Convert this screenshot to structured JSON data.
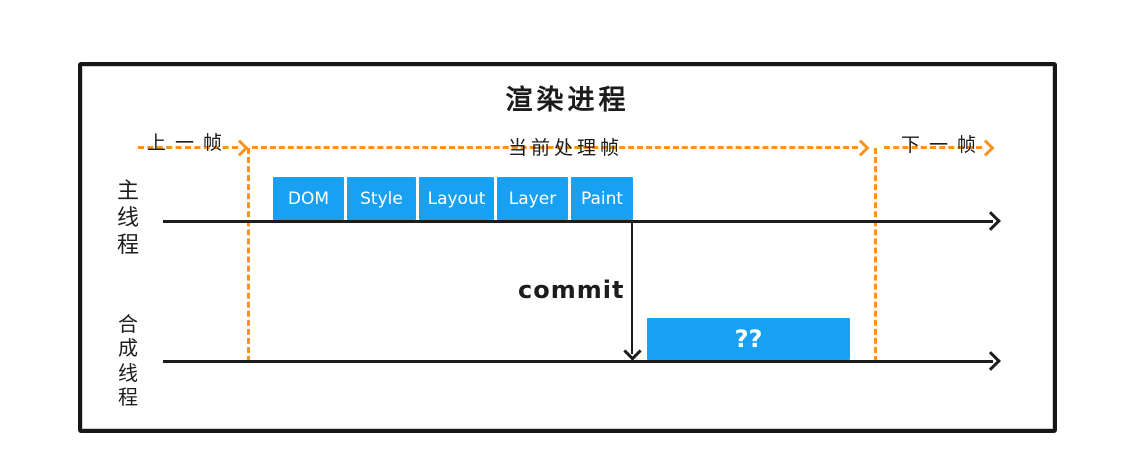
{
  "diagram": {
    "title": "渲染进程",
    "frame_markers": {
      "previous_label": "上一帧",
      "current_label": "当前处理帧",
      "next_label": "下一帧"
    },
    "threads": {
      "main_label": "主线程",
      "compositor_label": "合成线程"
    },
    "main_thread_stages": [
      "DOM",
      "Style",
      "Layout",
      "Layer",
      "Paint"
    ],
    "commit_label": "commit",
    "compositor_task_label": "??",
    "colors": {
      "stage_fill": "#18a0f2",
      "frame_marker_orange": "#f7931e",
      "line_black": "#1c1c1c",
      "background": "#ffffff"
    }
  }
}
